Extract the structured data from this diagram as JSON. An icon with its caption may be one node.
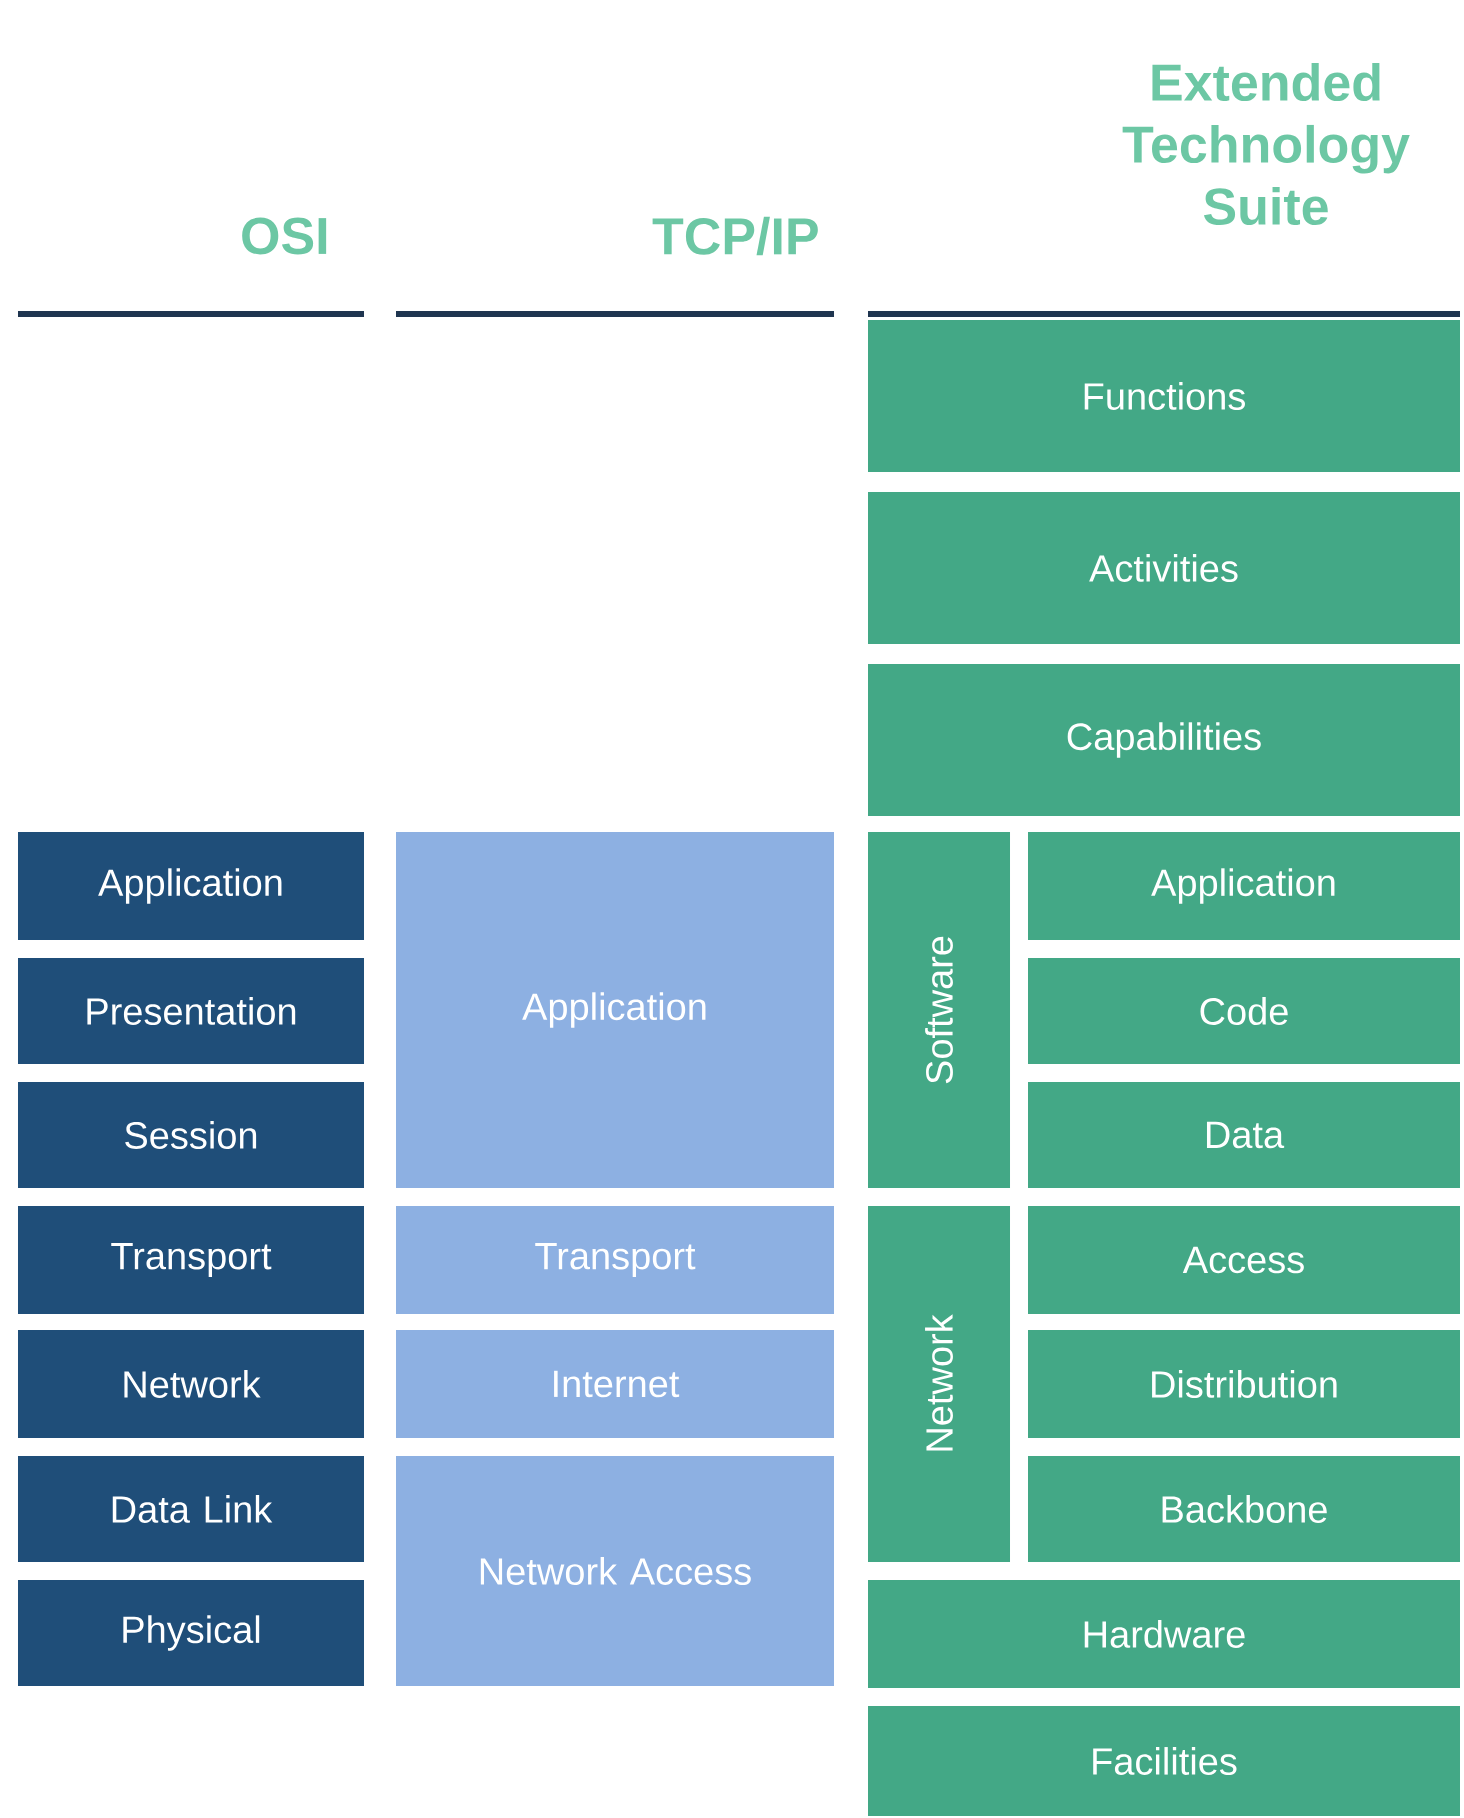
{
  "diagram": {
    "nodes": [
      {
        "text": [
          "Application"
        ]
      },
      {
        "text": [
          "Presentation"
        ]
      },
      {
        "text": [
          "Session"
        ]
      },
      {
        "text": [
          "Transport"
        ]
      },
      {
        "text": [
          "Network"
        ]
      },
      {
        "text": [
          "Data Link"
        ]
      },
      {
        "text": [
          "Physical"
        ]
      },
      {
        "text": [
          "Application"
        ]
      },
      {
        "text": [
          "Transport"
        ]
      },
      {
        "text": [
          "Internet"
        ]
      },
      {
        "text": [
          "Network Access"
        ]
      },
      {
        "text": [
          "Functions"
        ]
      },
      {
        "text": [
          "Activities"
        ]
      },
      {
        "text": [
          "Capabilities"
        ]
      },
      {
        "text": [
          "Software"
        ]
      },
      {
        "text": [
          "Application"
        ]
      },
      {
        "text": [
          "Code"
        ]
      },
      {
        "text": [
          "Data"
        ]
      },
      {
        "text": [
          "Network"
        ]
      },
      {
        "text": [
          "Access"
        ]
      },
      {
        "text": [
          "Distribution"
        ]
      },
      {
        "text": [
          "Backbone"
        ]
      },
      {
        "text": [
          "Hardware"
        ]
      },
      {
        "text": [
          "Facilities"
        ]
      }
    ],
    "labels": [
      "OSI",
      "TCP/IP",
      "Extended Technology Suite"
    ]
  }
}
